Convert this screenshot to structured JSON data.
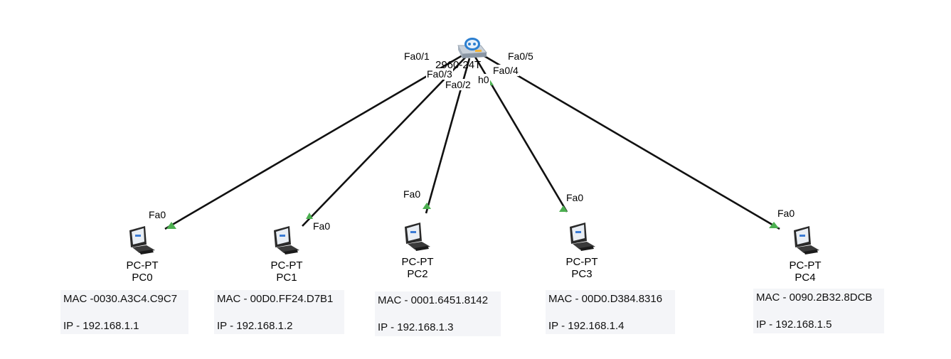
{
  "switch": {
    "label_fragment": "2960-24T",
    "label_fragment_2": "h0",
    "ports": [
      "Fa0/1",
      "Fa0/3",
      "Fa0/2",
      "Fa0/4",
      "Fa0/5"
    ]
  },
  "pcs": [
    {
      "model": "PC-PT",
      "name": "PC0",
      "port": "Fa0",
      "mac": "MAC -0030.A3C4.C9C7",
      "ip": "IP - 192.168.1.1"
    },
    {
      "model": "PC-PT",
      "name": "PC1",
      "port": "Fa0",
      "mac": "MAC - 00D0.FF24.D7B1",
      "ip": "IP - 192.168.1.2"
    },
    {
      "model": "PC-PT",
      "name": "PC2",
      "port": "Fa0",
      "mac": "MAC -  0001.6451.8142",
      "ip": "IP - 192.168.1.3"
    },
    {
      "model": "PC-PT",
      "name": "PC3",
      "port": "Fa0",
      "mac": "MAC - 00D0.D384.8316",
      "ip": "IP - 192.168.1.4"
    },
    {
      "model": "PC-PT",
      "name": "PC4",
      "port": "Fa0",
      "mac": "MAC - 0090.2B32.8DCB",
      "ip": "IP - 192.168.1.5"
    }
  ],
  "colors": {
    "link": "#111111",
    "link_up_indicator": "#4caf50",
    "switch_top": "#dde3ea",
    "switch_icon": "#2c7fd0",
    "info_bg": "#f4f5f8"
  },
  "icons": {
    "switch": "switch-icon",
    "pc": "pc-monitor-icon"
  }
}
